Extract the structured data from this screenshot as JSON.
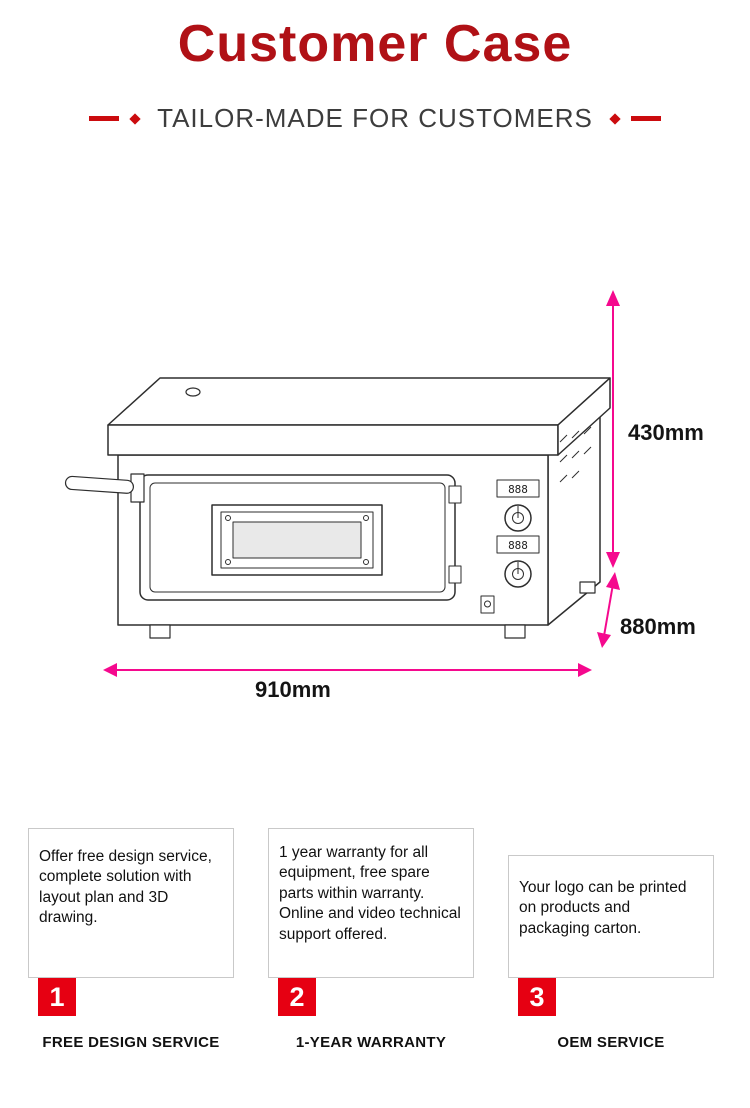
{
  "header": {
    "title": "Customer Case",
    "subtitle": "TAILOR-MADE FOR CUSTOMERS"
  },
  "diagram": {
    "dim_height": "430mm",
    "dim_depth": "880mm",
    "dim_width": "910mm",
    "display1": "888",
    "display2": "888"
  },
  "cards": [
    {
      "number": "1",
      "text": "Offer free design service,\ncomplete solution with layout plan and 3D drawing.",
      "label": "FREE DESIGN SERVICE"
    },
    {
      "number": "2",
      "text": "1 year warranty for all equipment, free spare parts within warranty. Online and video technical support offered.",
      "label": "1-YEAR WARRANTY"
    },
    {
      "number": "3",
      "text": "Your logo can be printed on products and packaging carton.",
      "label": "OEM SERVICE"
    }
  ],
  "colors": {
    "title_red": "#b01116",
    "accent_red": "#cb0b0e",
    "badge_red": "#e60012",
    "dimension_pink": "#f5098e"
  }
}
